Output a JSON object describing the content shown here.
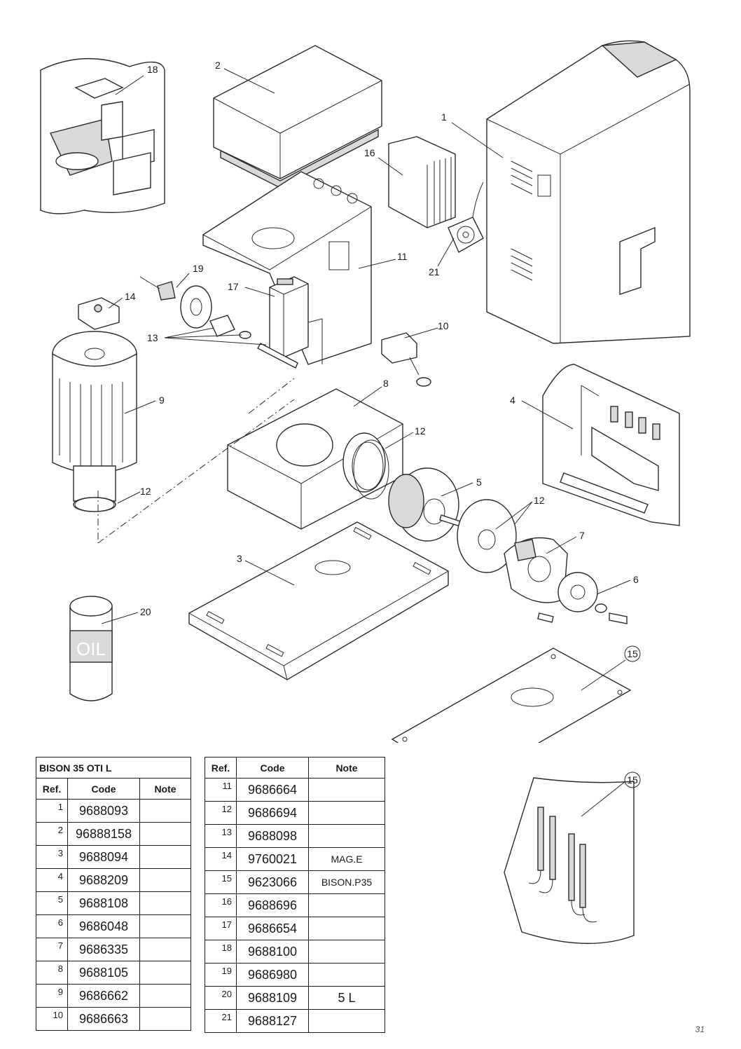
{
  "callouts": [
    "18",
    "2",
    "1",
    "16",
    "11",
    "21",
    "19",
    "17",
    "14",
    "13",
    "10",
    "9",
    "8",
    "4",
    "12",
    "12",
    "5",
    "12",
    "7",
    "3",
    "6",
    "20",
    "15",
    "15"
  ],
  "oil_can_label": "OIL",
  "table_left": {
    "title": "BISON 35 OTI L",
    "headers": [
      "Ref.",
      "Code",
      "Note"
    ],
    "rows": [
      {
        "ref": "1",
        "code": "9688093",
        "note": ""
      },
      {
        "ref": "2",
        "code": "96888158",
        "note": ""
      },
      {
        "ref": "3",
        "code": "9688094",
        "note": ""
      },
      {
        "ref": "4",
        "code": "9688209",
        "note": ""
      },
      {
        "ref": "5",
        "code": "9688108",
        "note": ""
      },
      {
        "ref": "6",
        "code": "9686048",
        "note": ""
      },
      {
        "ref": "7",
        "code": "9686335",
        "note": ""
      },
      {
        "ref": "8",
        "code": "9688105",
        "note": ""
      },
      {
        "ref": "9",
        "code": "9686662",
        "note": ""
      },
      {
        "ref": "10",
        "code": "9686663",
        "note": ""
      }
    ]
  },
  "table_right": {
    "headers": [
      "Ref.",
      "Code",
      "Note"
    ],
    "rows": [
      {
        "ref": "11",
        "code": "9686664",
        "note": ""
      },
      {
        "ref": "12",
        "code": "9686694",
        "note": ""
      },
      {
        "ref": "13",
        "code": "9688098",
        "note": ""
      },
      {
        "ref": "14",
        "code": "9760021",
        "note": "MAG.E"
      },
      {
        "ref": "15",
        "code": "9623066",
        "note": "BISON.P35"
      },
      {
        "ref": "16",
        "code": "9688696",
        "note": ""
      },
      {
        "ref": "17",
        "code": "9686654",
        "note": ""
      },
      {
        "ref": "18",
        "code": "9688100",
        "note": ""
      },
      {
        "ref": "19",
        "code": "9686980",
        "note": ""
      },
      {
        "ref": "20",
        "code": "9688109",
        "note": "5 L"
      },
      {
        "ref": "21",
        "code": "9688127",
        "note": ""
      }
    ]
  },
  "page_number": "31"
}
